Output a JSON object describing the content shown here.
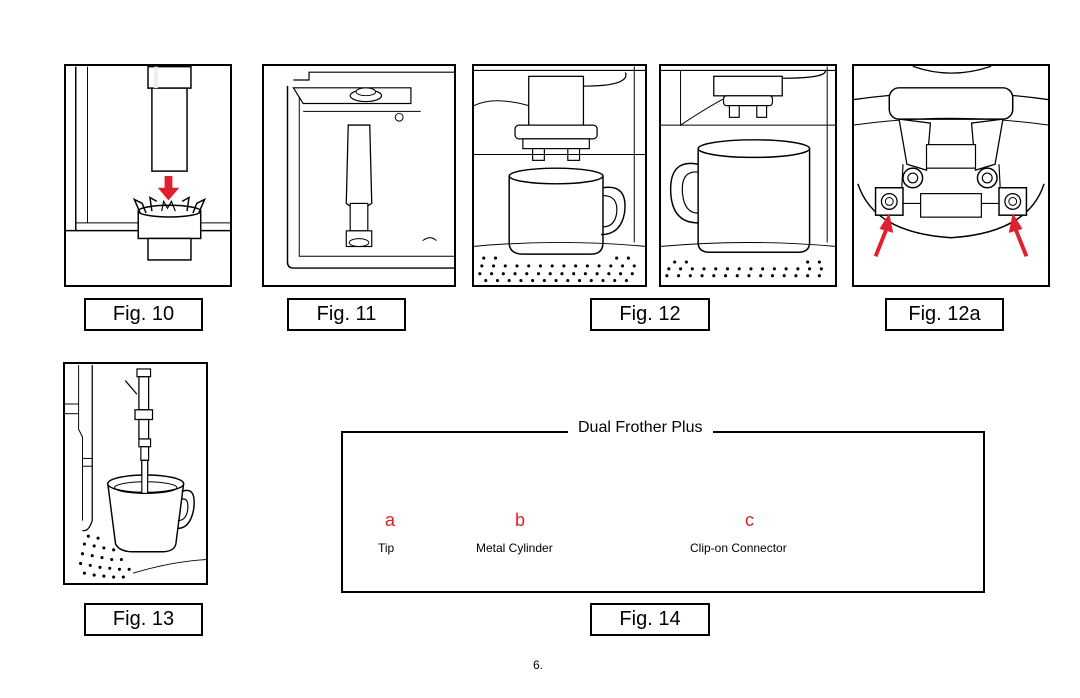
{
  "figures": {
    "fig10": "Fig. 10",
    "fig11": "Fig. 11",
    "fig12": "Fig. 12",
    "fig12a": "Fig. 12a",
    "fig13": "Fig. 13",
    "fig14": "Fig. 14"
  },
  "frother": {
    "title": "Dual Frother Plus",
    "parts": [
      {
        "letter": "a",
        "label": "Tip"
      },
      {
        "letter": "b",
        "label": "Metal Cylinder"
      },
      {
        "letter": "c",
        "label": "Clip-on Connector"
      }
    ]
  },
  "page_number": "6.",
  "colors": {
    "arrow": "#e0202e",
    "letters": "#e0202e",
    "line": "#000000"
  }
}
